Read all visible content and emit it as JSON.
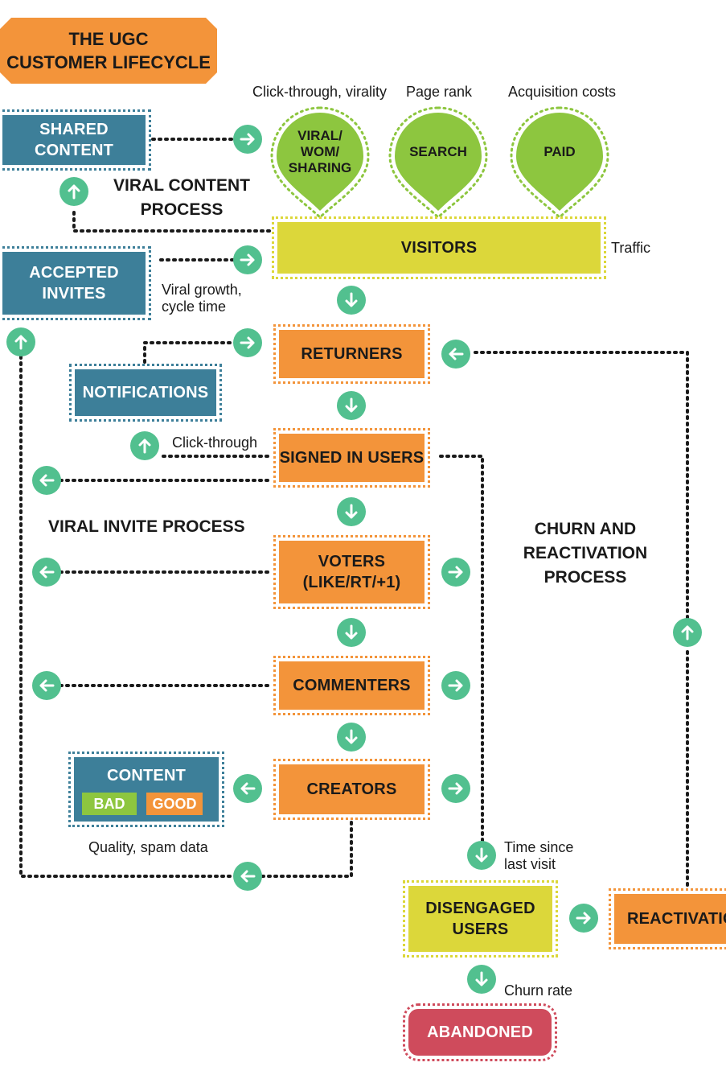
{
  "title": "THE UGC\nCUSTOMER LIFECYCLE",
  "channels": {
    "viral": {
      "label": "VIRAL/\nWOM/\nSHARING",
      "metric": "Click-through, virality"
    },
    "search": {
      "label": "SEARCH",
      "metric": "Page rank"
    },
    "paid": {
      "label": "PAID",
      "metric": "Acquisition costs"
    }
  },
  "nodes": {
    "shared_content": "SHARED CONTENT",
    "accepted_invites": "ACCEPTED\nINVITES",
    "notifications": "NOTIFICATIONS",
    "visitors": "VISITORS",
    "returners": "RETURNERS",
    "signed_in": "SIGNED IN USERS",
    "voters": "VOTERS\n(LIKE/RT/+1)",
    "commenters": "COMMENTERS",
    "creators": "CREATORS",
    "content": "CONTENT",
    "bad": "BAD",
    "good": "GOOD",
    "disengaged": "DISENGAGED\nUSERS",
    "reactivation": "REACTIVATION",
    "abandoned": "ABANDONED"
  },
  "headings": {
    "viral_content": "VIRAL CONTENT\nPROCESS",
    "viral_invite": "VIRAL INVITE PROCESS",
    "churn": "CHURN AND\nREACTIVATION\nPROCESS"
  },
  "labels": {
    "traffic": "Traffic",
    "viral_growth": "Viral growth,\ncycle time",
    "click_through": "Click-through",
    "quality": "Quality, spam data",
    "time_since": "Time since\nlast visit",
    "churn_rate": "Churn rate"
  },
  "colors": {
    "teal": "#3d7f99",
    "orange": "#f3943a",
    "yellow": "#dcd73a",
    "green": "#8dc63f",
    "red": "#cf4b5c",
    "arrow": "#52c08f"
  }
}
